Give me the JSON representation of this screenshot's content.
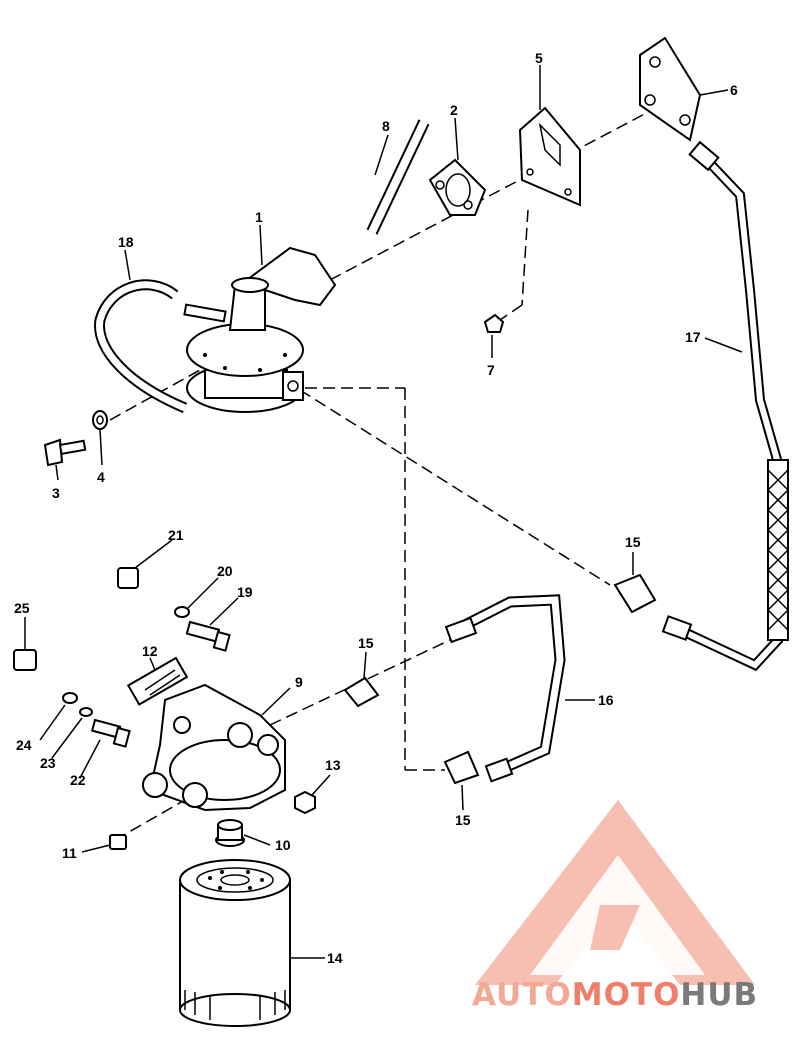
{
  "callouts": {
    "c1": "1",
    "c2": "2",
    "c3": "3",
    "c4": "4",
    "c5": "5",
    "c6": "6",
    "c7": "7",
    "c8": "8",
    "c9": "9",
    "c10": "10",
    "c11": "11",
    "c12": "12",
    "c13": "13",
    "c14": "14",
    "c15a": "15",
    "c15b": "15",
    "c15c": "15",
    "c16": "16",
    "c17": "17",
    "c18": "18",
    "c19": "19",
    "c20": "20",
    "c21": "21",
    "c22": "22",
    "c23": "23",
    "c24": "24",
    "c25": "25"
  },
  "watermark": {
    "part1": "AUTO",
    "part2": "MOTO",
    "part3": "HUB",
    "color_light": "#f4a896",
    "color_accent": "#ef7f6a",
    "color_dark": "#7a7a7a"
  }
}
